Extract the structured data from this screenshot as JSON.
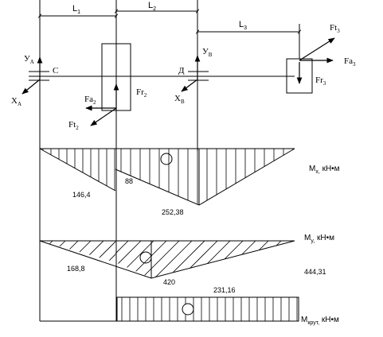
{
  "dimensions": {
    "l1": {
      "main": "L",
      "sub": "1"
    },
    "l2": {
      "main": "L",
      "sub": "2"
    },
    "l3": {
      "main": "L",
      "sub": "3"
    }
  },
  "supports": {
    "c": "C",
    "d": "Д"
  },
  "forces": {
    "ya": {
      "main": "У",
      "sub": "A"
    },
    "xa": {
      "main": "Х",
      "sub": "A"
    },
    "yb": {
      "main": "У",
      "sub": "B"
    },
    "xb": {
      "main": "Х",
      "sub": "B"
    },
    "fa2": {
      "main": "Fa",
      "sub": "2"
    },
    "ft2": {
      "main": "Ft",
      "sub": "2"
    },
    "fr2": {
      "main": "Fr",
      "sub": "2"
    },
    "ft3": {
      "main": "Ft",
      "sub": "3"
    },
    "fa3": {
      "main": "Fa",
      "sub": "3"
    },
    "fr3": {
      "main": "Fr",
      "sub": "3"
    }
  },
  "moment_diagrams": {
    "mx": {
      "axis": {
        "main": "M",
        "sub": "x,",
        "unit": " кН•м"
      },
      "values": {
        "left": "146,4",
        "mid": "88",
        "right": "252,38"
      }
    },
    "my": {
      "axis": {
        "main": "M",
        "sub": "y,",
        "unit": " кН•м"
      },
      "values": {
        "left": "168,8",
        "mid": "420",
        "right": "231,16",
        "far": "444,31"
      }
    },
    "mk": {
      "axis": {
        "main": "M",
        "sub": "крут,",
        "unit": " кН•м"
      }
    }
  }
}
